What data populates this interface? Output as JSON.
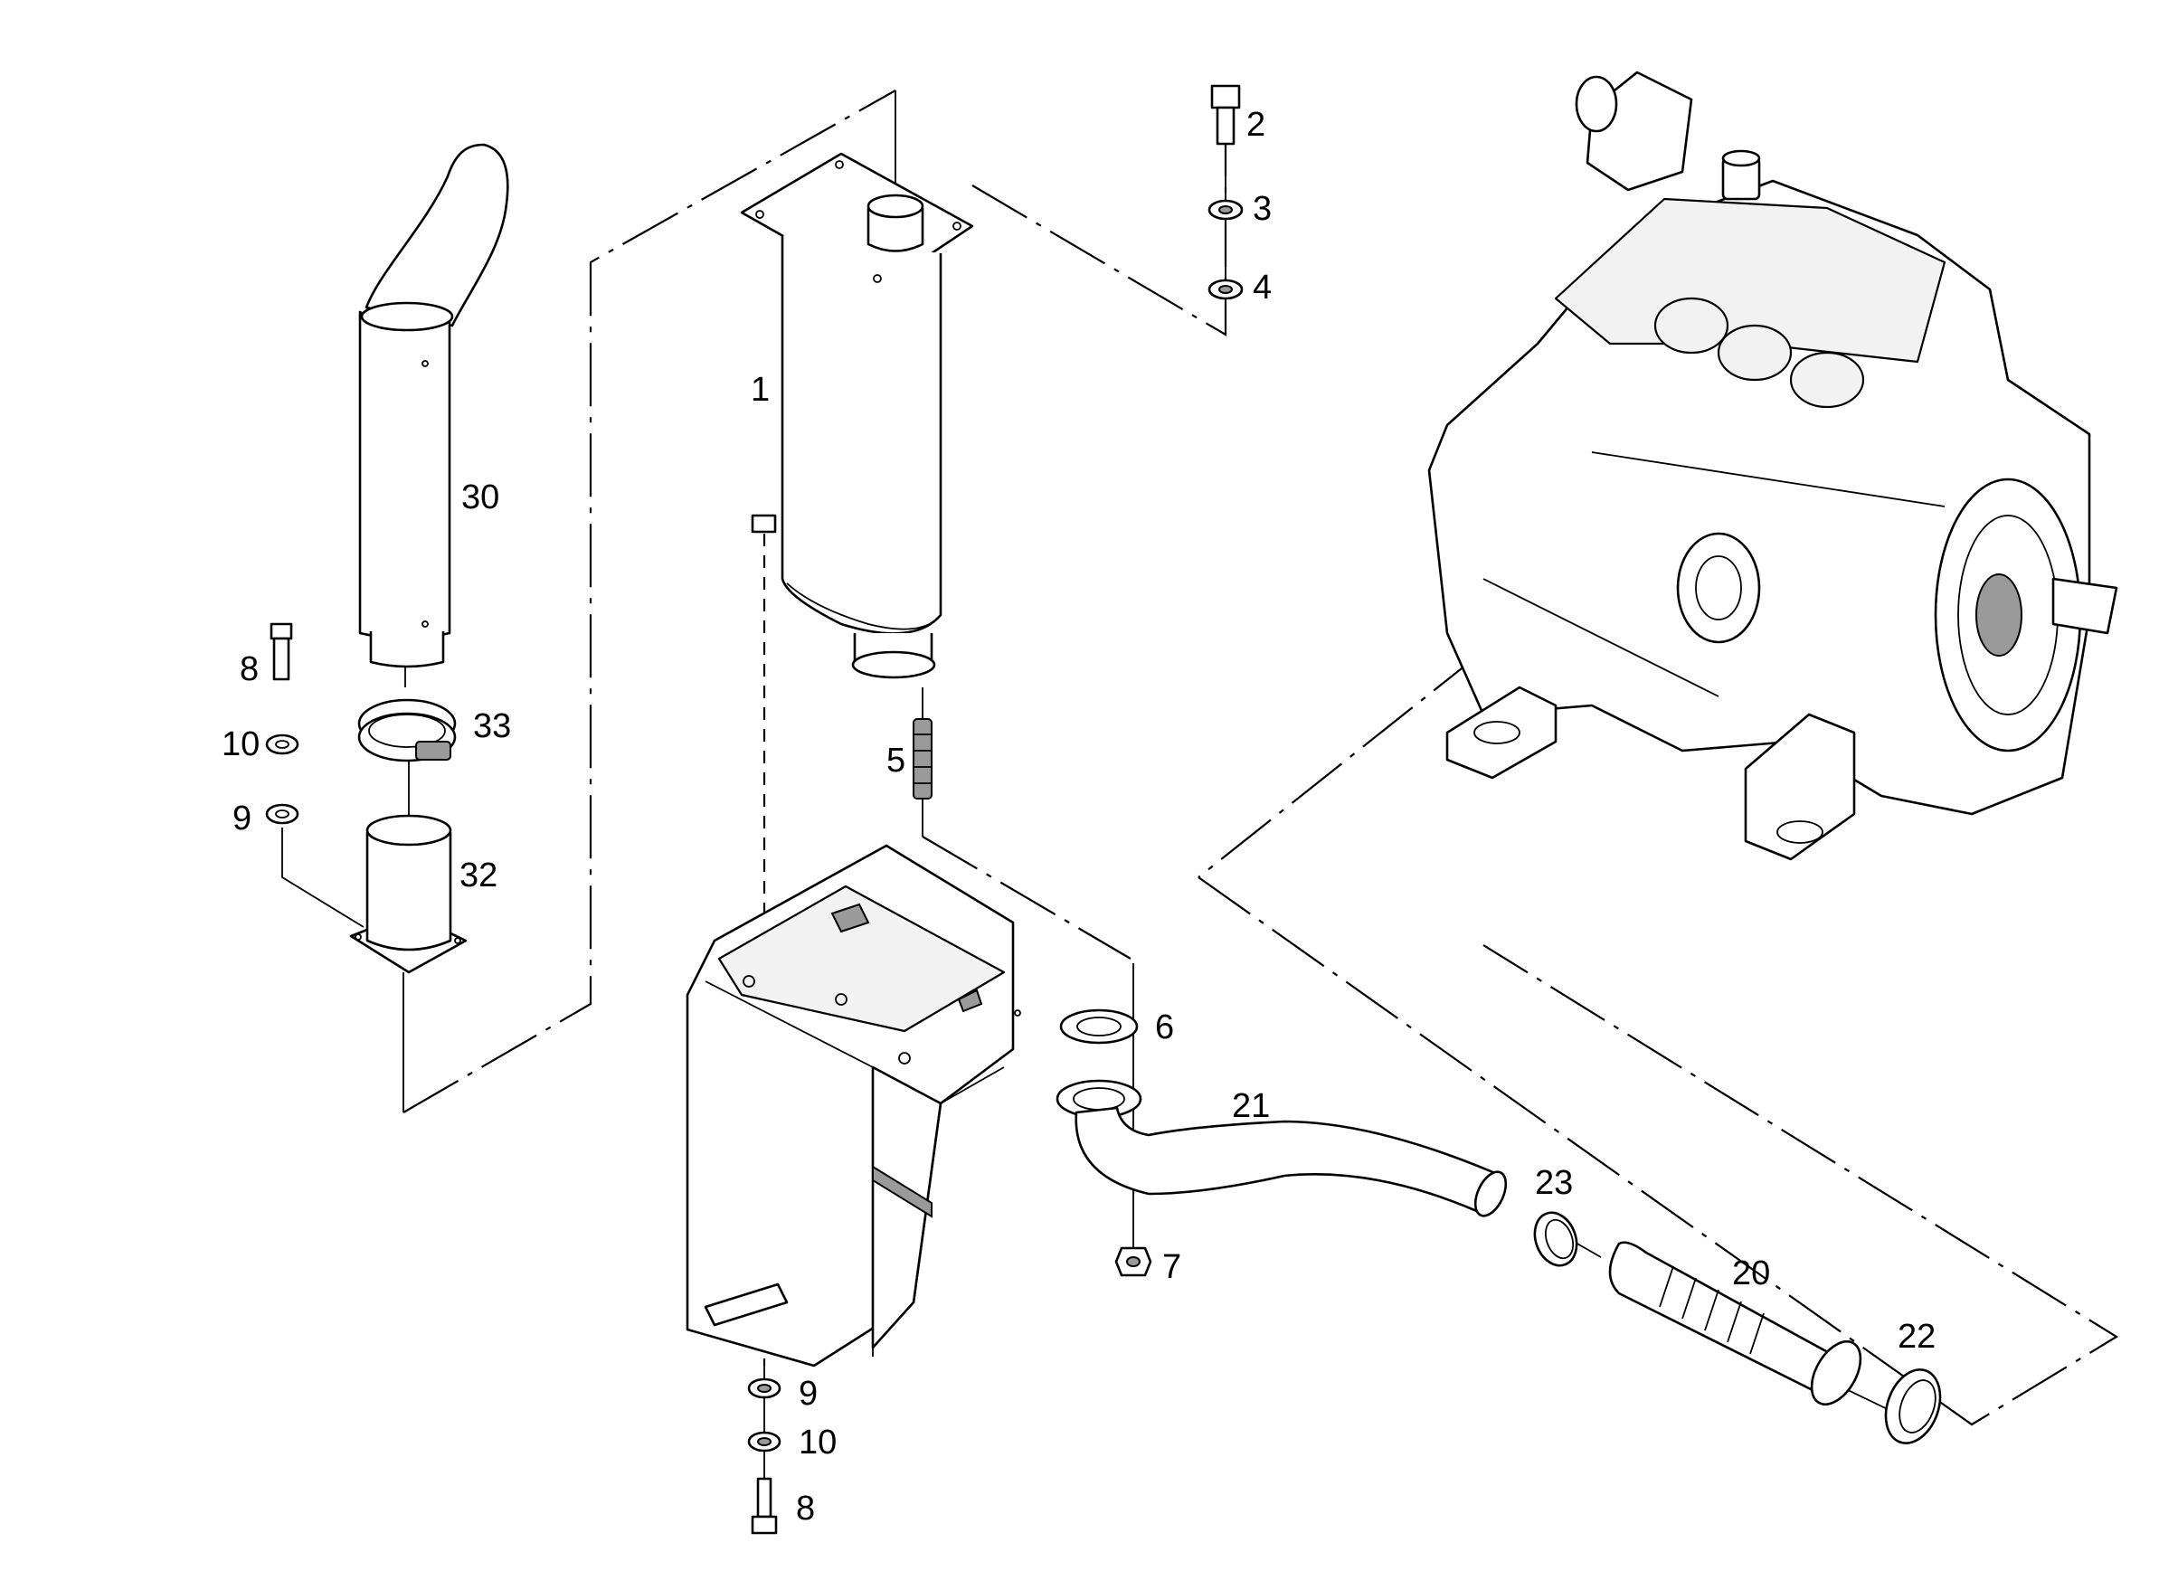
{
  "diagram": {
    "callouts": [
      {
        "id": "c1",
        "text": "1"
      },
      {
        "id": "c2",
        "text": "2"
      },
      {
        "id": "c3",
        "text": "3"
      },
      {
        "id": "c4",
        "text": "4"
      },
      {
        "id": "c5",
        "text": "5"
      },
      {
        "id": "c6",
        "text": "6"
      },
      {
        "id": "c7",
        "text": "7"
      },
      {
        "id": "c8a",
        "text": "8"
      },
      {
        "id": "c8b",
        "text": "8"
      },
      {
        "id": "c9a",
        "text": "9"
      },
      {
        "id": "c9b",
        "text": "9"
      },
      {
        "id": "c10a",
        "text": "10"
      },
      {
        "id": "c10b",
        "text": "10"
      },
      {
        "id": "c20",
        "text": "20"
      },
      {
        "id": "c21",
        "text": "21"
      },
      {
        "id": "c22",
        "text": "22"
      },
      {
        "id": "c23",
        "text": "23"
      },
      {
        "id": "c30",
        "text": "30"
      },
      {
        "id": "c32",
        "text": "32"
      },
      {
        "id": "c33",
        "text": "33"
      }
    ],
    "parts": [
      {
        "id": "p1",
        "name": "muffler"
      },
      {
        "id": "p2",
        "name": "bolt"
      },
      {
        "id": "p3",
        "name": "washer"
      },
      {
        "id": "p4",
        "name": "washer"
      },
      {
        "id": "p5",
        "name": "stud"
      },
      {
        "id": "p6",
        "name": "gasket"
      },
      {
        "id": "p7",
        "name": "nut"
      },
      {
        "id": "p8",
        "name": "bolt"
      },
      {
        "id": "p9",
        "name": "washer"
      },
      {
        "id": "p10",
        "name": "washer"
      },
      {
        "id": "p20",
        "name": "flexible-pipe"
      },
      {
        "id": "p21",
        "name": "exhaust-pipe"
      },
      {
        "id": "p22",
        "name": "clamp"
      },
      {
        "id": "p23",
        "name": "clamp"
      },
      {
        "id": "p30",
        "name": "tail-pipe"
      },
      {
        "id": "p32",
        "name": "pipe-adapter"
      },
      {
        "id": "p33",
        "name": "hose-clamp"
      },
      {
        "id": "engine",
        "name": "engine"
      }
    ]
  }
}
